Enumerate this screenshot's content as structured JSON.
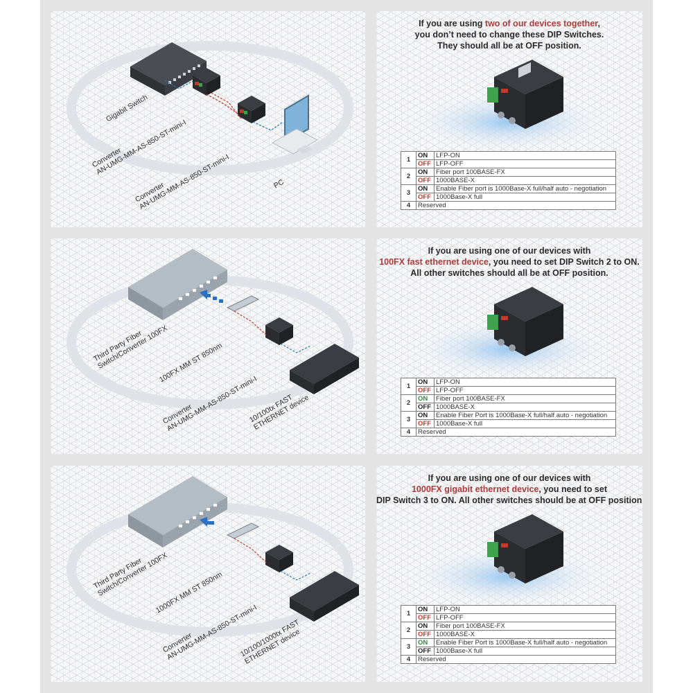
{
  "colors": {
    "highlight": "#b03a3a",
    "on": "#222222",
    "off": "#c0392b",
    "green": "#2f8f3a",
    "fiber": "#c0392b",
    "copper": "#2a7ab5"
  },
  "panels": [
    {
      "labels": {
        "switch": "Gigabit Switch",
        "conv1_a": "Converter",
        "conv1_b": "AN-UMG-MM-AS-850-ST-mini-I",
        "conv2_a": "Converter",
        "conv2_b": "AN-UMG-MM-AS-850-ST-mini-I",
        "pc": "PC"
      },
      "heading": {
        "l1a": "If you are using ",
        "l1h": "two of our devices together",
        "l1b": ",",
        "l2": "you don’t need to change these DIP Switches.",
        "l3": "They should all be at OFF position."
      },
      "dip": [
        {
          "num": "1",
          "a_state": "ON",
          "a_desc": "LFP-ON",
          "b_state": "OFF",
          "b_desc": "LFP-OFF"
        },
        {
          "num": "2",
          "a_state": "ON",
          "a_desc": "Fiber port 100BASE-FX",
          "b_state": "OFF",
          "b_desc": "1000BASE-X"
        },
        {
          "num": "3",
          "a_state": "ON",
          "a_desc": "Enable Fiber port is 1000Base-X full/half auto - negotiation",
          "b_state": "OFF",
          "b_desc": "1000Base-X full"
        }
      ],
      "reserved": {
        "num": "4",
        "desc": "Reserved"
      }
    },
    {
      "labels": {
        "switch_a": "Third Party Fiber",
        "switch_b": "Switch/Converter 100FX",
        "sfp": "100FX MM ST 850nm",
        "conv_a": "Converter",
        "conv_b": "AN-UMG-MM-AS-850-ST-mini-I",
        "dev_a": "10/100tx FAST",
        "dev_b": "ETHERNET device"
      },
      "heading": {
        "l1": "If you are using one of our devices with",
        "l2h": "100FX fast ethernet device",
        "l2b": ", you need to set DIP Switch 2 to ON.",
        "l3": "All other switches should all be at OFF position."
      },
      "dip": [
        {
          "num": "1",
          "a_state": "ON",
          "a_desc": "LFP-ON",
          "b_state": "OFF",
          "b_desc": "LFP-OFF"
        },
        {
          "num": "2",
          "a_state": "ON",
          "a_desc": "Fiber port 100BASE-FX",
          "b_state": "OFF",
          "b_desc": "1000BASE-X"
        },
        {
          "num": "3",
          "a_state": "ON",
          "a_desc": "Enable Fiber Port is 1000Base-X full/half auto - negotiation",
          "b_state": "OFF",
          "b_desc": "1000Base-X full"
        }
      ],
      "reserved": {
        "num": "4",
        "desc": "Reserved"
      }
    },
    {
      "labels": {
        "switch_a": "Third Party Fiber",
        "switch_b": "Switch/Converter 100FX",
        "sfp": "1000FX MM ST 850nm",
        "conv_a": "Converter",
        "conv_b": "AN-UMG-MM-AS-850-ST-mini-I",
        "dev_a": "10/100/1000tx FAST",
        "dev_b": "ETHERNET device"
      },
      "heading": {
        "l1": "If you are using one of our devices with",
        "l2h": "1000FX gigabit ethernet device",
        "l2b": ", you need to set",
        "l3": "DIP Switch 3 to ON. All other switches should be at OFF position."
      },
      "dip": [
        {
          "num": "1",
          "a_state": "ON",
          "a_desc": "LFP-ON",
          "b_state": "OFF",
          "b_desc": "LFP-OFF"
        },
        {
          "num": "2",
          "a_state": "ON",
          "a_desc": "Fiber port 100BASE-FX",
          "b_state": "OFF",
          "b_desc": "1000BASE-X"
        },
        {
          "num": "3",
          "a_state": "ON",
          "a_desc": "Enable Fiber Port is 1000Base-X full/half auto - negotiation",
          "b_state": "OFF",
          "b_desc": "1000Base-X full"
        }
      ],
      "reserved": {
        "num": "4",
        "desc": "Reserved"
      }
    }
  ]
}
